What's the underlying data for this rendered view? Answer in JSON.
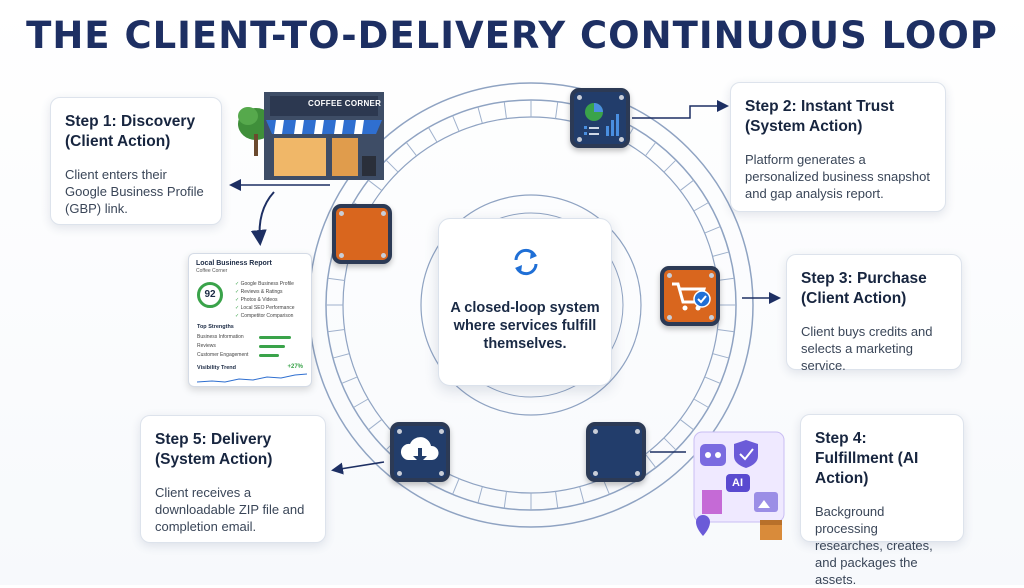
{
  "title": "THE CLIENT-TO-DELIVERY CONTINUOUS LOOP",
  "center": {
    "text": "A closed-loop system where services fulfill themselves."
  },
  "steps": [
    {
      "heading": "Step 1: Discovery (Client Action)",
      "body": "Client enters their Google Business Profile (GBP) link."
    },
    {
      "heading": "Step 2: Instant Trust (System Action)",
      "body": "Platform generates a personalized business snapshot and gap analysis report."
    },
    {
      "heading": "Step 3: Purchase (Client Action)",
      "body": "Client buys credits and selects a marketing service."
    },
    {
      "heading": "Step 4: Fulfillment (AI Action)",
      "body": "Background processing researches, creates, and packages the assets."
    },
    {
      "heading": "Step 5: Delivery (System Action)",
      "body": "Client receives a downloadable ZIP file and completion email."
    }
  ],
  "storefront": {
    "sign": "COFFEE CORNER"
  },
  "report": {
    "title": "Local Business Report",
    "business": "Coffee Corner",
    "score": "92",
    "checklist": [
      "Google Business Profile",
      "Reviews & Ratings",
      "Photos & Videos",
      "Local SEO Performance",
      "Competitor Comparison"
    ],
    "strengths_title": "Top Strengths",
    "strengths": [
      "Business Information",
      "Reviews",
      "Customer Engagement"
    ],
    "trend_label": "Visibility Trend",
    "trend_value": "+27%"
  },
  "fulfillment_icon": {
    "ai_label": "AI"
  },
  "colors": {
    "navy": "#1d2f63",
    "orange": "#d9661e",
    "node_navy": "#223d6b",
    "accent_blue": "#1f6fd6",
    "green": "#3aa34a"
  },
  "icons": [
    "refresh-icon",
    "chart-dashboard-icon",
    "cart-check-icon",
    "cloud-download-icon",
    "storefront-icon",
    "robot-icon",
    "location-pin-icon",
    "package-icon"
  ]
}
